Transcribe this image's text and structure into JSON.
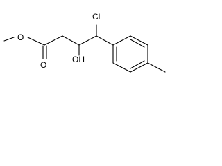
{
  "molecule": {
    "atoms": {
      "chlorine": "Cl",
      "hydroxyl": "OH",
      "carbonyl_oxygen": "O",
      "ester_oxygen": "O"
    }
  }
}
